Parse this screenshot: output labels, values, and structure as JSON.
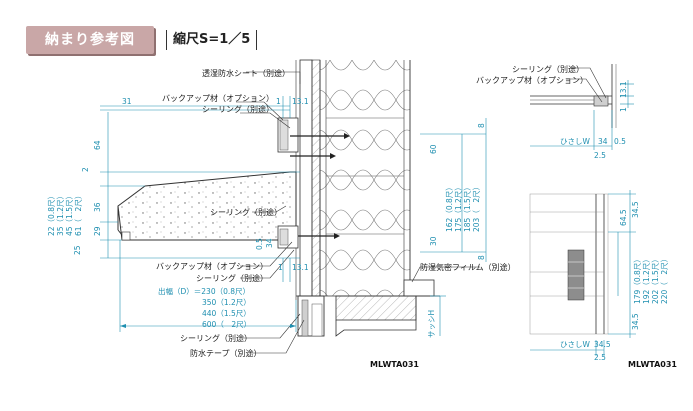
{
  "header": {
    "title": "納まり参考図",
    "scale": "縮尺S=1／5"
  },
  "labels": {
    "tousitsu_sheet": "透湿防水シート（別途）",
    "backup_top": "バックアップ材（オプション）",
    "sealing_top": "シーリング（別途）",
    "sealing_mid": "シーリング（別途）",
    "backup_bottom": "バックアップ材（オプション）",
    "sealing_bottom": "シーリング（別途）",
    "film": "防湿気密フィルム（別途）",
    "sealing_low": "シーリング（別途）",
    "waterproof_tape": "防水テープ（別途）",
    "right_sealing": "シーリング（別途）",
    "right_backup": "バックアップ材（オプション）",
    "sash_h": "サッシH",
    "hisashi_w_top": "ひさしW",
    "hisashi_w_bottom": "ひさしW"
  },
  "projection": {
    "title": "出幅（D）＝230（0.8尺）",
    "rows": [
      "350（1.2尺）",
      "440（1.5尺）",
      "600（　2尺）"
    ]
  },
  "dims_left": {
    "d31": "31",
    "d64": "64",
    "d2": "2",
    "d36": "36",
    "d29": "29",
    "d25": "25",
    "stack": [
      "22（0.8尺）",
      "35（1.2尺）",
      "45（1.5尺）",
      "61（　2尺）"
    ]
  },
  "dims_main": {
    "d131_top": "13.1",
    "d1_top": "1",
    "d8_top": "8",
    "d60": "60",
    "d30": "30",
    "d8_bottom": "8",
    "d05": "0.5",
    "d34": "34",
    "d1_bottom": "1",
    "d131_bottom": "13.1",
    "stack": [
      "162（0.8尺）",
      "175（1.2尺）",
      "185（1.5尺）",
      "203（　2尺）"
    ]
  },
  "dims_right_top": {
    "d131": "13.1",
    "d1": "1",
    "d34": "34",
    "d05": "0.5",
    "d25": "2.5"
  },
  "dims_right_bottom": {
    "d345_top": "34.5",
    "d645": "64.5",
    "stack": [
      "179（0.8尺）",
      "192（1.2尺）",
      "202（1.5尺）",
      "220（　2尺）"
    ],
    "d345_bottom": "34.5",
    "d345_w": "34.5",
    "d25": "2.5"
  },
  "codes": {
    "main": "MLWTA031",
    "right": "MLWTA031"
  },
  "colors": {
    "title_bg": "#c9a7a7",
    "dimension": "#1f8fb0",
    "line": "#333333"
  }
}
